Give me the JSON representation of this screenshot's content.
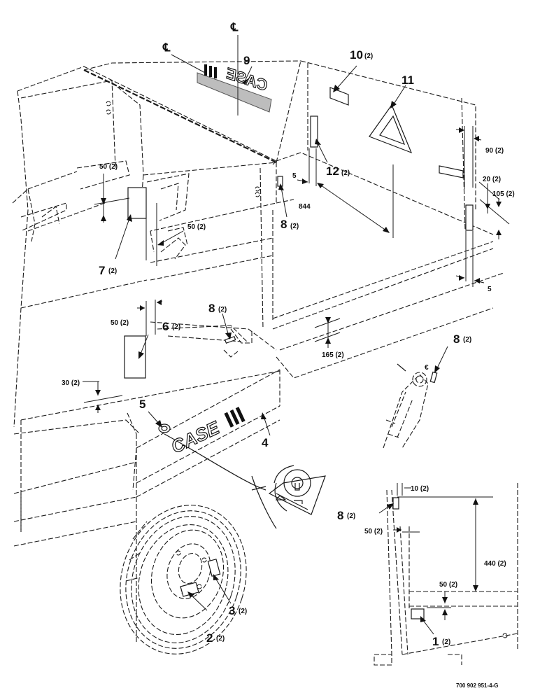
{
  "diagram": {
    "callouts": [
      {
        "id": "c1",
        "number": "1",
        "qty": "(2)"
      },
      {
        "id": "c2",
        "number": "2",
        "qty": "(2)"
      },
      {
        "id": "c3",
        "number": "3",
        "qty": "(2)"
      },
      {
        "id": "c4",
        "number": "4",
        "qty": ""
      },
      {
        "id": "c5",
        "number": "5",
        "qty": ""
      },
      {
        "id": "c6",
        "number": "6",
        "qty": "(2)"
      },
      {
        "id": "c7",
        "number": "7",
        "qty": "(2)"
      },
      {
        "id": "c8a",
        "number": "8",
        "qty": "(2)"
      },
      {
        "id": "c8b",
        "number": "8",
        "qty": "(2)"
      },
      {
        "id": "c8c",
        "number": "8",
        "qty": "(2)"
      },
      {
        "id": "c8d",
        "number": "8",
        "qty": "(2)"
      },
      {
        "id": "c9",
        "number": "9",
        "qty": ""
      },
      {
        "id": "c10",
        "number": "10",
        "qty": "(2)"
      },
      {
        "id": "c11",
        "number": "11",
        "qty": ""
      },
      {
        "id": "c12",
        "number": "12",
        "qty": "(2)"
      }
    ],
    "dimensions": [
      {
        "id": "d50a",
        "label": "50 (2)"
      },
      {
        "id": "d50b",
        "label": "50 (2)"
      },
      {
        "id": "d50c",
        "label": "50 (2)"
      },
      {
        "id": "d30",
        "label": "30 (2)"
      },
      {
        "id": "d165",
        "label": "165 (2)"
      },
      {
        "id": "d5a",
        "label": "5"
      },
      {
        "id": "d844",
        "label": "844"
      },
      {
        "id": "d90",
        "label": "90 (2)"
      },
      {
        "id": "d20",
        "label": "20 (2)"
      },
      {
        "id": "d105",
        "label": "105 (2)"
      },
      {
        "id": "d5b",
        "label": "5"
      },
      {
        "id": "d10",
        "label": "10 (2)"
      },
      {
        "id": "d50d",
        "label": "50 (2)"
      },
      {
        "id": "d440",
        "label": "440 (2)"
      },
      {
        "id": "d50e",
        "label": "50 (2)"
      }
    ],
    "brand_text": "CASE",
    "brand_text_mirrored": "CASE",
    "centerline_symbol": "℄",
    "small_centerline_symbol": "€",
    "drawing_code": "700 902 951-4-G"
  }
}
